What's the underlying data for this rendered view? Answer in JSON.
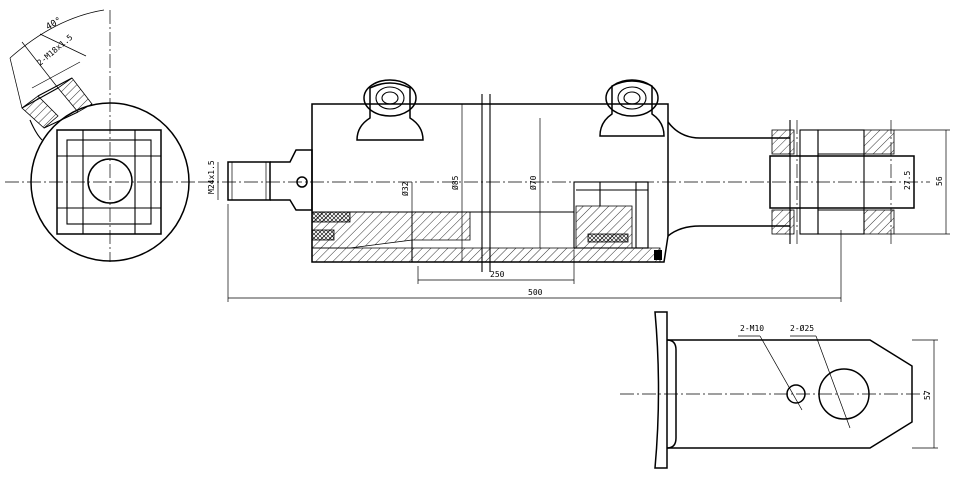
{
  "drawing": {
    "angle_label": "40°",
    "port_thread_label": "2-M18x1.5",
    "rod_thread_label": "M24x1.5",
    "rod_dia_label": "Ø32",
    "outer_dia_label": "Ø85",
    "bore_dia_label": "Ø70",
    "stroke_label": "250",
    "overall_length_label": "500",
    "clevis_height_label": "56",
    "pin_slot_label": "27.5",
    "bolt_label": "2-M10",
    "pin_hole_label": "2-Ø25",
    "plate_height_label": "57"
  }
}
